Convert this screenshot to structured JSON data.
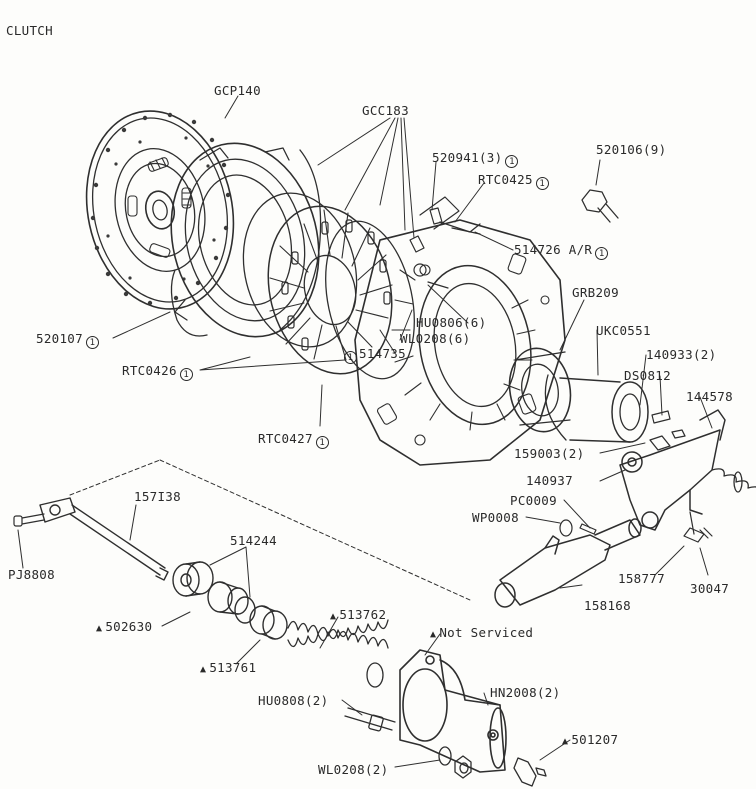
{
  "title": "CLUTCH",
  "labels": {
    "gcp140": "GCP140",
    "gcc183": "GCC183",
    "p520941_text": "520941(3)",
    "p520941_circle": "1",
    "p520106": "520106(9)",
    "rtc0425_text": "RTC0425",
    "rtc0425_circle": "1",
    "p514726_text": "514726 A/R",
    "p514726_circle": "1",
    "grb209": "GRB209",
    "hu0806": "HU0806(6)",
    "wl0208_6": "WL0208(6)",
    "p514735_circle": "1",
    "p514735_text": "514735",
    "ukc0551": "UKC0551",
    "p520107_text": "520107",
    "p520107_circle": "1",
    "p140933": "140933(2)",
    "ds0812": "DS0812",
    "p144578": "144578",
    "rtc0426_text": "RTC0426",
    "rtc0426_circle": "1",
    "rtc0427_text": "RTC0427",
    "rtc0427_circle": "1",
    "p159003": "159003(2)",
    "p140937": "140937",
    "p157138": "157I38",
    "pc0009": "PC0009",
    "wp0008": "WP0008",
    "p514244": "514244",
    "pj8808": "PJ8808",
    "p158777": "158777",
    "p30047": "30047",
    "p158168": "158168",
    "p502630": "502630",
    "p513762": "513762",
    "not_serviced": "Not Serviced",
    "p513761": "513761",
    "hu0808": "HU0808(2)",
    "hn2008": "HN2008(2)",
    "p501207": "501207",
    "wl0208_2": "WL0208(2)",
    "triangle": "▲"
  }
}
